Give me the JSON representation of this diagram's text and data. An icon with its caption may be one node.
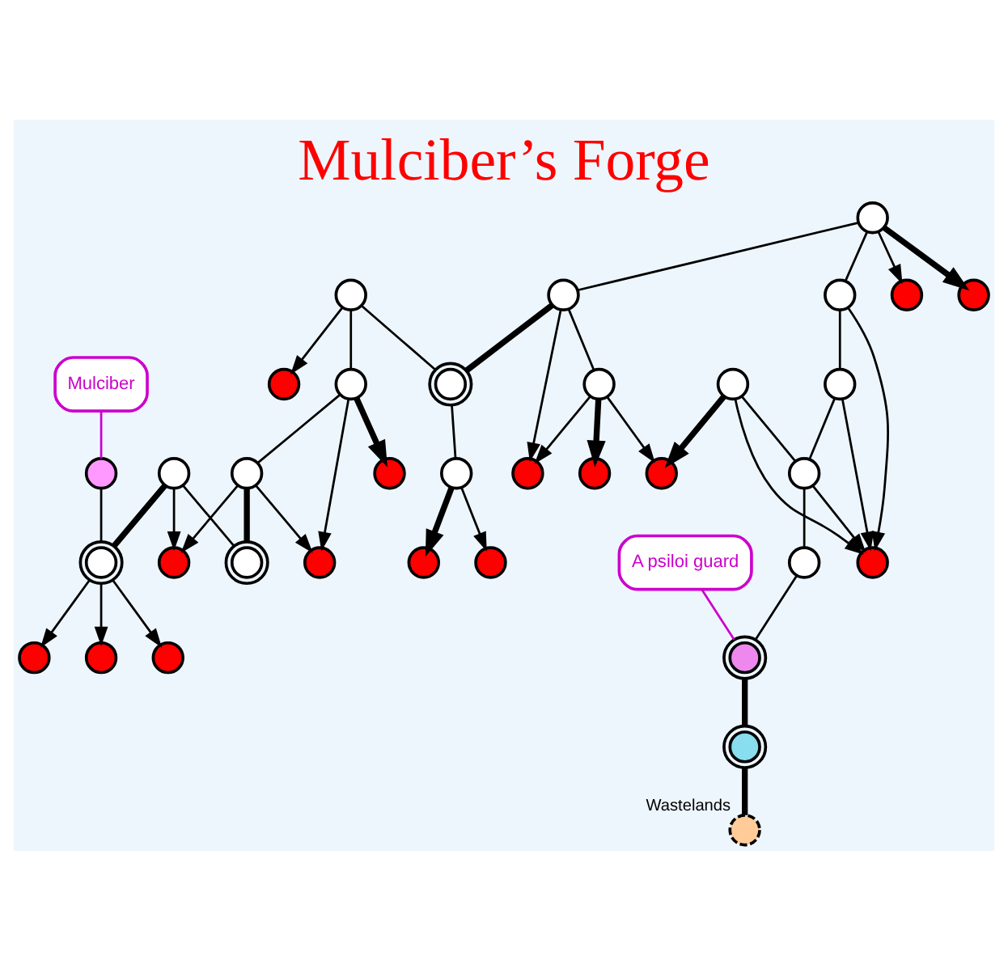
{
  "diagram": {
    "title": "Mulciber’s Forge",
    "nodes": [
      {
        "text": [],
        "shape": "circle"
      },
      {
        "text": [],
        "shape": "circle"
      },
      {
        "text": [],
        "shape": "circle"
      },
      {
        "text": [],
        "shape": "circle"
      },
      {
        "text": [],
        "shape": "circle"
      },
      {
        "text": [],
        "shape": "circle"
      },
      {
        "text": [],
        "shape": "circle"
      },
      {
        "text": [],
        "shape": "circle"
      },
      {
        "text": [],
        "shape": "circle"
      },
      {
        "text": [
          "Mulciber"
        ]
      },
      {
        "text": [],
        "shape": "circle"
      },
      {
        "text": [],
        "shape": "circle"
      },
      {
        "text": [],
        "shape": "circle"
      },
      {
        "text": [],
        "shape": "circle"
      },
      {
        "text": [],
        "shape": "circle"
      },
      {
        "text": [],
        "shape": "circle"
      },
      {
        "text": [],
        "shape": "circle",
        "beside": [
          "Wastelands"
        ]
      },
      {
        "text": [],
        "shape": "circle"
      },
      {
        "text": [],
        "shape": "circle"
      },
      {
        "text": [],
        "shape": "circle"
      },
      {
        "text": [],
        "shape": "circle"
      },
      {
        "text": [],
        "shape": "circle"
      },
      {
        "text": [],
        "shape": "circle"
      },
      {
        "text": [],
        "shape": "circle"
      },
      {
        "text": [
          "A psiloi guard"
        ]
      },
      {
        "text": [],
        "shape": "circle"
      },
      {
        "text": [],
        "shape": "circle"
      },
      {
        "text": [],
        "shape": "circle"
      },
      {
        "text": [],
        "shape": "circle"
      },
      {
        "text": [],
        "shape": "circle"
      },
      {
        "text": [],
        "shape": "circle"
      },
      {
        "text": [],
        "shape": "circle"
      },
      {
        "text": [],
        "shape": "circle"
      },
      {
        "text": [],
        "shape": "circle"
      },
      {
        "text": [],
        "shape": "circle"
      },
      {
        "text": [],
        "shape": "circle"
      },
      {
        "text": [],
        "shape": "circle"
      }
    ],
    "edges": [
      {
        "from": 0,
        "to": 1,
        "arrow": "to"
      },
      {
        "from": 0,
        "to": 3,
        "arrow": "to",
        "style": "thick"
      },
      {
        "from": 0,
        "to": 2,
        "arrow": "none"
      },
      {
        "from": 2,
        "to": 1,
        "arrow": "to"
      },
      {
        "from": 2,
        "to": 4,
        "arrow": "to"
      },
      {
        "from": 2,
        "to": 6,
        "arrow": "none",
        "style": "thick"
      },
      {
        "from": 7,
        "to": 0,
        "arrow": "none"
      },
      {
        "from": 7,
        "to": 8,
        "arrow": "to"
      },
      {
        "from": 5,
        "to": 4,
        "arrow": "to"
      },
      {
        "from": 5,
        "to": 11,
        "arrow": "none",
        "style": "thick"
      },
      {
        "from": 5,
        "to": 6,
        "arrow": "none"
      },
      {
        "from": 9,
        "to": 10,
        "arrow": "none",
        "color": "#cc00cc"
      },
      {
        "from": 10,
        "to": 11,
        "arrow": "none"
      },
      {
        "from": 11,
        "to": 12,
        "arrow": "to"
      },
      {
        "from": 11,
        "to": 13,
        "arrow": "to"
      },
      {
        "from": 11,
        "to": 14,
        "arrow": "to"
      },
      {
        "from": 7,
        "to": 35,
        "arrow": "none"
      },
      {
        "from": 26,
        "to": 31,
        "arrow": "none"
      },
      {
        "from": 26,
        "to": 27,
        "arrow": "to"
      },
      {
        "from": 26,
        "to": 28,
        "arrow": "to",
        "style": "thick"
      },
      {
        "from": 26,
        "to": 15,
        "arrow": "none"
      },
      {
        "from": 15,
        "to": 18,
        "arrow": "to"
      },
      {
        "from": 15,
        "to": 19,
        "arrow": "none"
      },
      {
        "from": 19,
        "to": 18,
        "arrow": "to"
      },
      {
        "from": 19,
        "to": 23,
        "arrow": "none"
      },
      {
        "from": 23,
        "to": 18,
        "arrow": "to"
      },
      {
        "from": 21,
        "to": 18,
        "arrow": "to"
      },
      {
        "from": 21,
        "to": 22,
        "arrow": "to",
        "style": "thick"
      },
      {
        "from": 21,
        "to": 23,
        "arrow": "none"
      },
      {
        "from": 23,
        "to": 25,
        "arrow": "none"
      },
      {
        "from": 25,
        "to": 20,
        "arrow": "none"
      },
      {
        "from": 20,
        "to": 17,
        "arrow": "none",
        "style": "thick"
      },
      {
        "from": 17,
        "to": 16,
        "arrow": "none",
        "style": "thick"
      },
      {
        "from": 24,
        "to": 20,
        "arrow": "none",
        "color": "#cc00cc"
      },
      {
        "from": 30,
        "to": 22,
        "arrow": "to"
      },
      {
        "from": 30,
        "to": 29,
        "arrow": "to"
      },
      {
        "from": 30,
        "to": 32,
        "arrow": "to",
        "style": "thick"
      },
      {
        "from": 31,
        "to": 29,
        "arrow": "to"
      },
      {
        "from": 31,
        "to": 30,
        "arrow": "none"
      },
      {
        "from": 31,
        "to": 35,
        "arrow": "none",
        "style": "thick"
      },
      {
        "from": 35,
        "to": 34,
        "arrow": "none"
      },
      {
        "from": 34,
        "to": 33,
        "arrow": "to"
      },
      {
        "from": 34,
        "to": 36,
        "arrow": "to",
        "style": "thick"
      }
    ]
  }
}
